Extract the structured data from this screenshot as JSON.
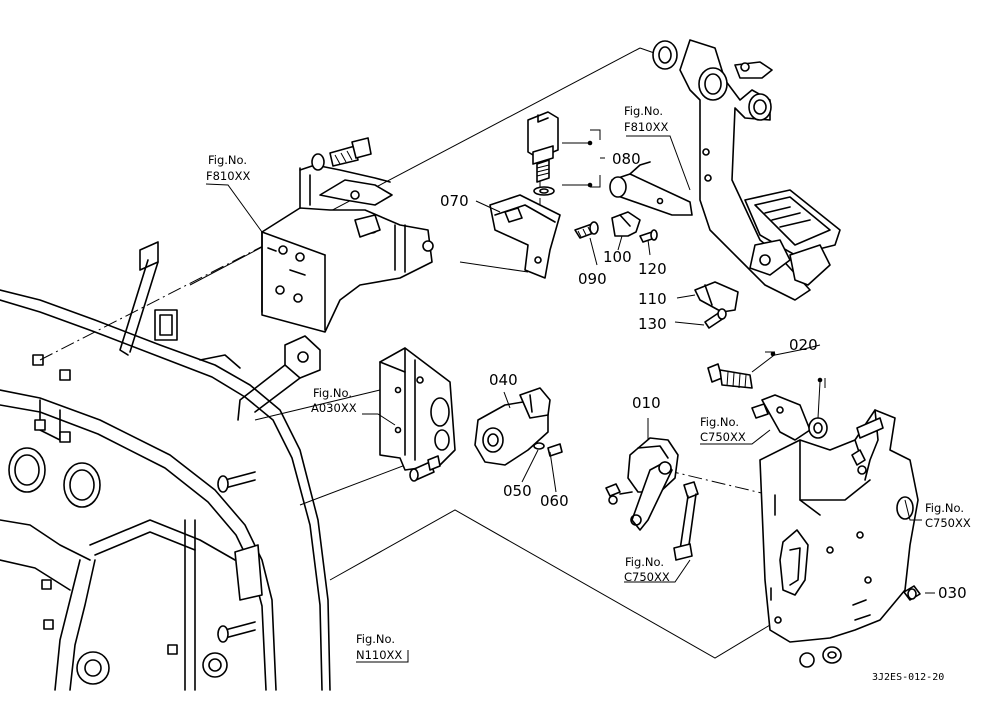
{
  "parts": {
    "p010": "010",
    "p020": "020",
    "p030": "030",
    "p040": "040",
    "p050": "050",
    "p060": "060",
    "p070": "070",
    "p080": "080",
    "p090": "090",
    "p100": "100",
    "p110": "110",
    "p120": "120",
    "p130": "130"
  },
  "figure_refs": {
    "label": "Fig.No.",
    "f810_left": "F810XX",
    "f810_right": "F810XX",
    "a030": "A030XX",
    "c750_upper": "C750XX",
    "c750_right": "C750XX",
    "c750_lower": "C750XX",
    "n110": "N110XX"
  },
  "drawing_code": "3J2ES-012-20"
}
